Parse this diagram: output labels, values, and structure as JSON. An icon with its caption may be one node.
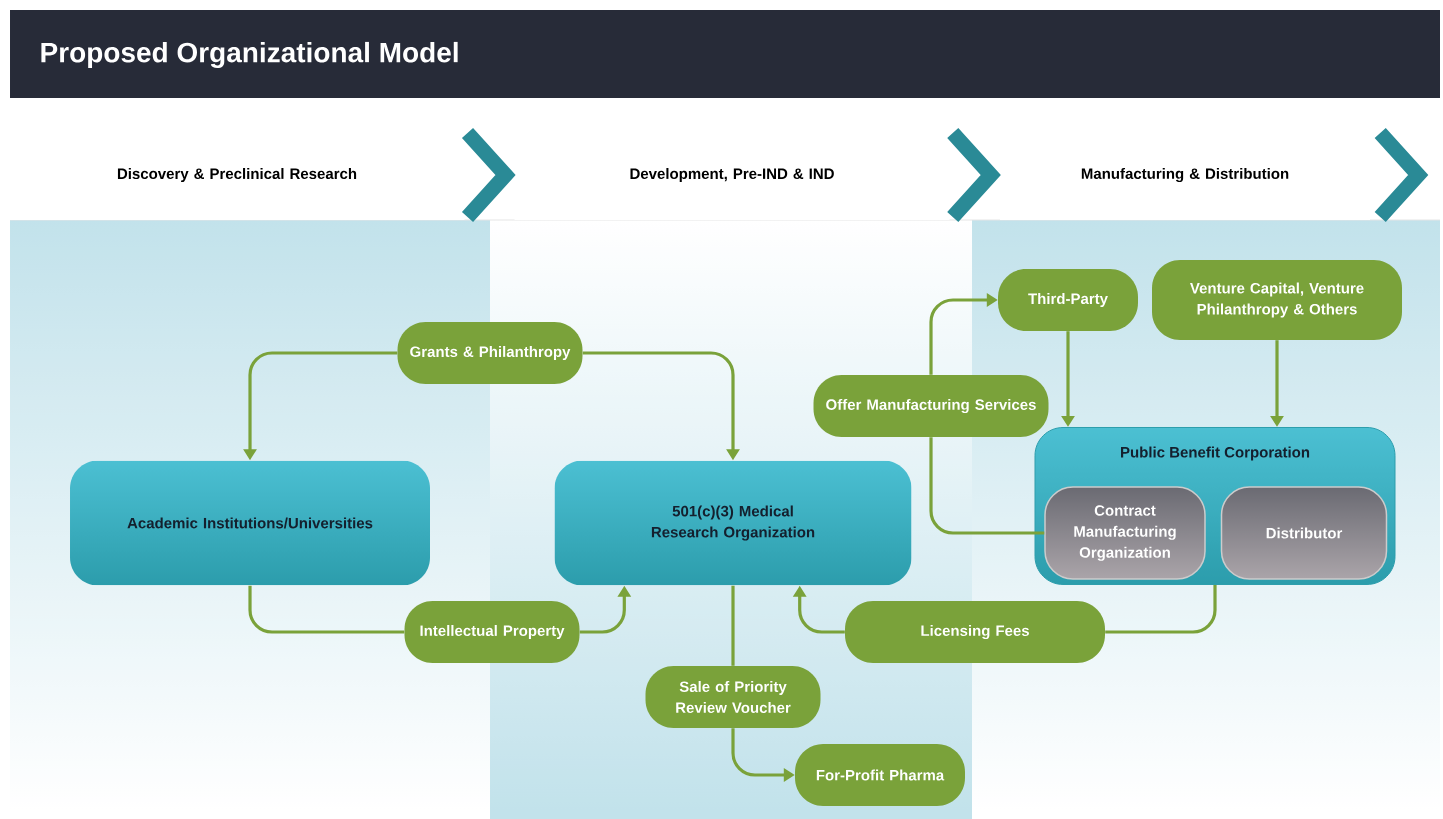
{
  "diagram": {
    "title": "Proposed Organizational Model",
    "nodes": [
      {
        "text": [
          "Discovery & Preclinical Research"
        ]
      },
      {
        "text": [
          "Development, Pre-IND & IND"
        ]
      },
      {
        "text": [
          "Manufacturing & Distribution"
        ]
      },
      {
        "text": [
          "Third-Party"
        ]
      },
      {
        "text": [
          "Venture Capital, Venture Philanthropy & Others"
        ]
      },
      {
        "text": [
          "Grants & Philanthropy"
        ]
      },
      {
        "text": [
          "Offer Manufacturing Services"
        ]
      },
      {
        "text": [
          "Public Benefit Corporation"
        ]
      },
      {
        "text": [
          "Contract Manufacturing Organization"
        ],
        "in": 7
      },
      {
        "text": [
          "Distributor"
        ],
        "in": 7
      },
      {
        "text": [
          "Academic Institutions/Universities"
        ]
      },
      {
        "text": [
          "501(c)(3) Medical Research Organization"
        ]
      },
      {
        "text": [
          "Intellectual Property"
        ]
      },
      {
        "text": [
          "Licensing Fees"
        ]
      },
      {
        "text": [
          "Sale of Priority Review Voucher"
        ]
      },
      {
        "text": [
          "For-Profit Pharma"
        ]
      }
    ],
    "edges": [
      {
        "from": 0,
        "to": 1,
        "arrow": "to",
        "style": "thick",
        "color": "#2a8a96"
      },
      {
        "from": 1,
        "to": 2,
        "arrow": "to",
        "style": "thick",
        "color": "#2a8a96"
      },
      {
        "from": 2,
        "to": null,
        "arrow": "to",
        "style": "thick",
        "color": "#2a8a96"
      },
      {
        "from": 5,
        "to": 10,
        "arrow": "to"
      },
      {
        "from": 5,
        "to": 11,
        "arrow": "to"
      },
      {
        "from": 10,
        "to": 12,
        "arrow": "none"
      },
      {
        "from": 12,
        "to": 11,
        "arrow": "to"
      },
      {
        "from": 11,
        "to": 14,
        "arrow": "none"
      },
      {
        "from": 14,
        "to": 15,
        "arrow": "to"
      },
      {
        "from": 7,
        "to": 13,
        "arrow": "none"
      },
      {
        "from": 13,
        "to": 11,
        "arrow": "to"
      },
      {
        "from": 8,
        "to": 6,
        "arrow": "none"
      },
      {
        "from": 6,
        "to": 3,
        "arrow": "to"
      },
      {
        "from": 3,
        "to": 7,
        "arrow": "to"
      },
      {
        "from": 4,
        "to": 7,
        "arrow": "to"
      }
    ]
  }
}
